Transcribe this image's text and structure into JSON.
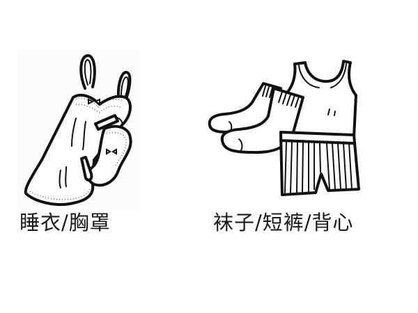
{
  "items": [
    {
      "id": "nightwear",
      "label": "睡衣/胸罩",
      "icon": "nightgown-bra-illustration"
    },
    {
      "id": "underwear",
      "label": "袜子/短裤/背心",
      "icon": "socks-shorts-tanktop-illustration"
    }
  ],
  "colors": {
    "background": "#ffffff",
    "line_art": "#111111",
    "label_text": "#1a1a1a"
  }
}
